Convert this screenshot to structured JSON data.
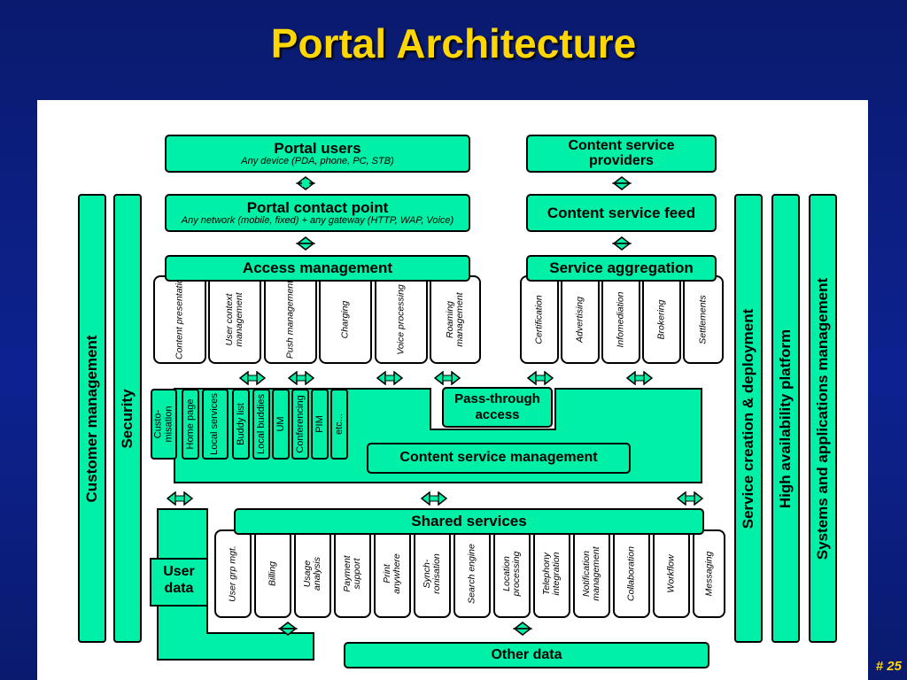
{
  "title": "Portal Architecture",
  "page_number": "# 25",
  "portal_users": {
    "title": "Portal users",
    "subtitle": "Any device (PDA, phone, PC, STB)"
  },
  "content_service_providers": {
    "title": "Content service providers"
  },
  "portal_contact_point": {
    "title": "Portal contact point",
    "subtitle": "Any network (mobile, fixed) + any gateway (HTTP, WAP, Voice)"
  },
  "content_service_feed": {
    "title": "Content service feed"
  },
  "access_management": {
    "title": "Access management",
    "items": [
      "Content presentation",
      "User context management",
      "Push management",
      "Charging",
      "Voice processing",
      "Roaming management"
    ]
  },
  "service_aggregation": {
    "title": "Service aggregation",
    "items": [
      "Certification",
      "Advertising",
      "Infomediation",
      "Brokering",
      "Settlements"
    ]
  },
  "local_items": [
    "Custo-misation",
    "Home page",
    "Local services",
    "Buddy list",
    "Local buddies",
    "UM",
    "Conferencing",
    "PIM",
    "etc..."
  ],
  "pass_through_access": "Pass-through access",
  "content_service_management": "Content service management",
  "shared_services": {
    "title": "Shared services",
    "items": [
      "User grp mgt.",
      "Billing",
      "Usage analysis",
      "Payment support",
      "Print anywhere",
      "Synch-ronisation",
      "Search engine",
      "Location processing",
      "Telephony integration",
      "Notification management",
      "Collaboration",
      "Workflow",
      "Messaging"
    ]
  },
  "user_data": "User data",
  "other_data": "Other data",
  "left_columns": [
    "Customer management",
    "Security"
  ],
  "right_columns": [
    "Service creation & deployment",
    "High availability platform",
    "Systems and applications management"
  ],
  "colors": {
    "background": "#0d2290",
    "title": "#ffd700",
    "box": "#00f0a8",
    "border": "#000000"
  }
}
